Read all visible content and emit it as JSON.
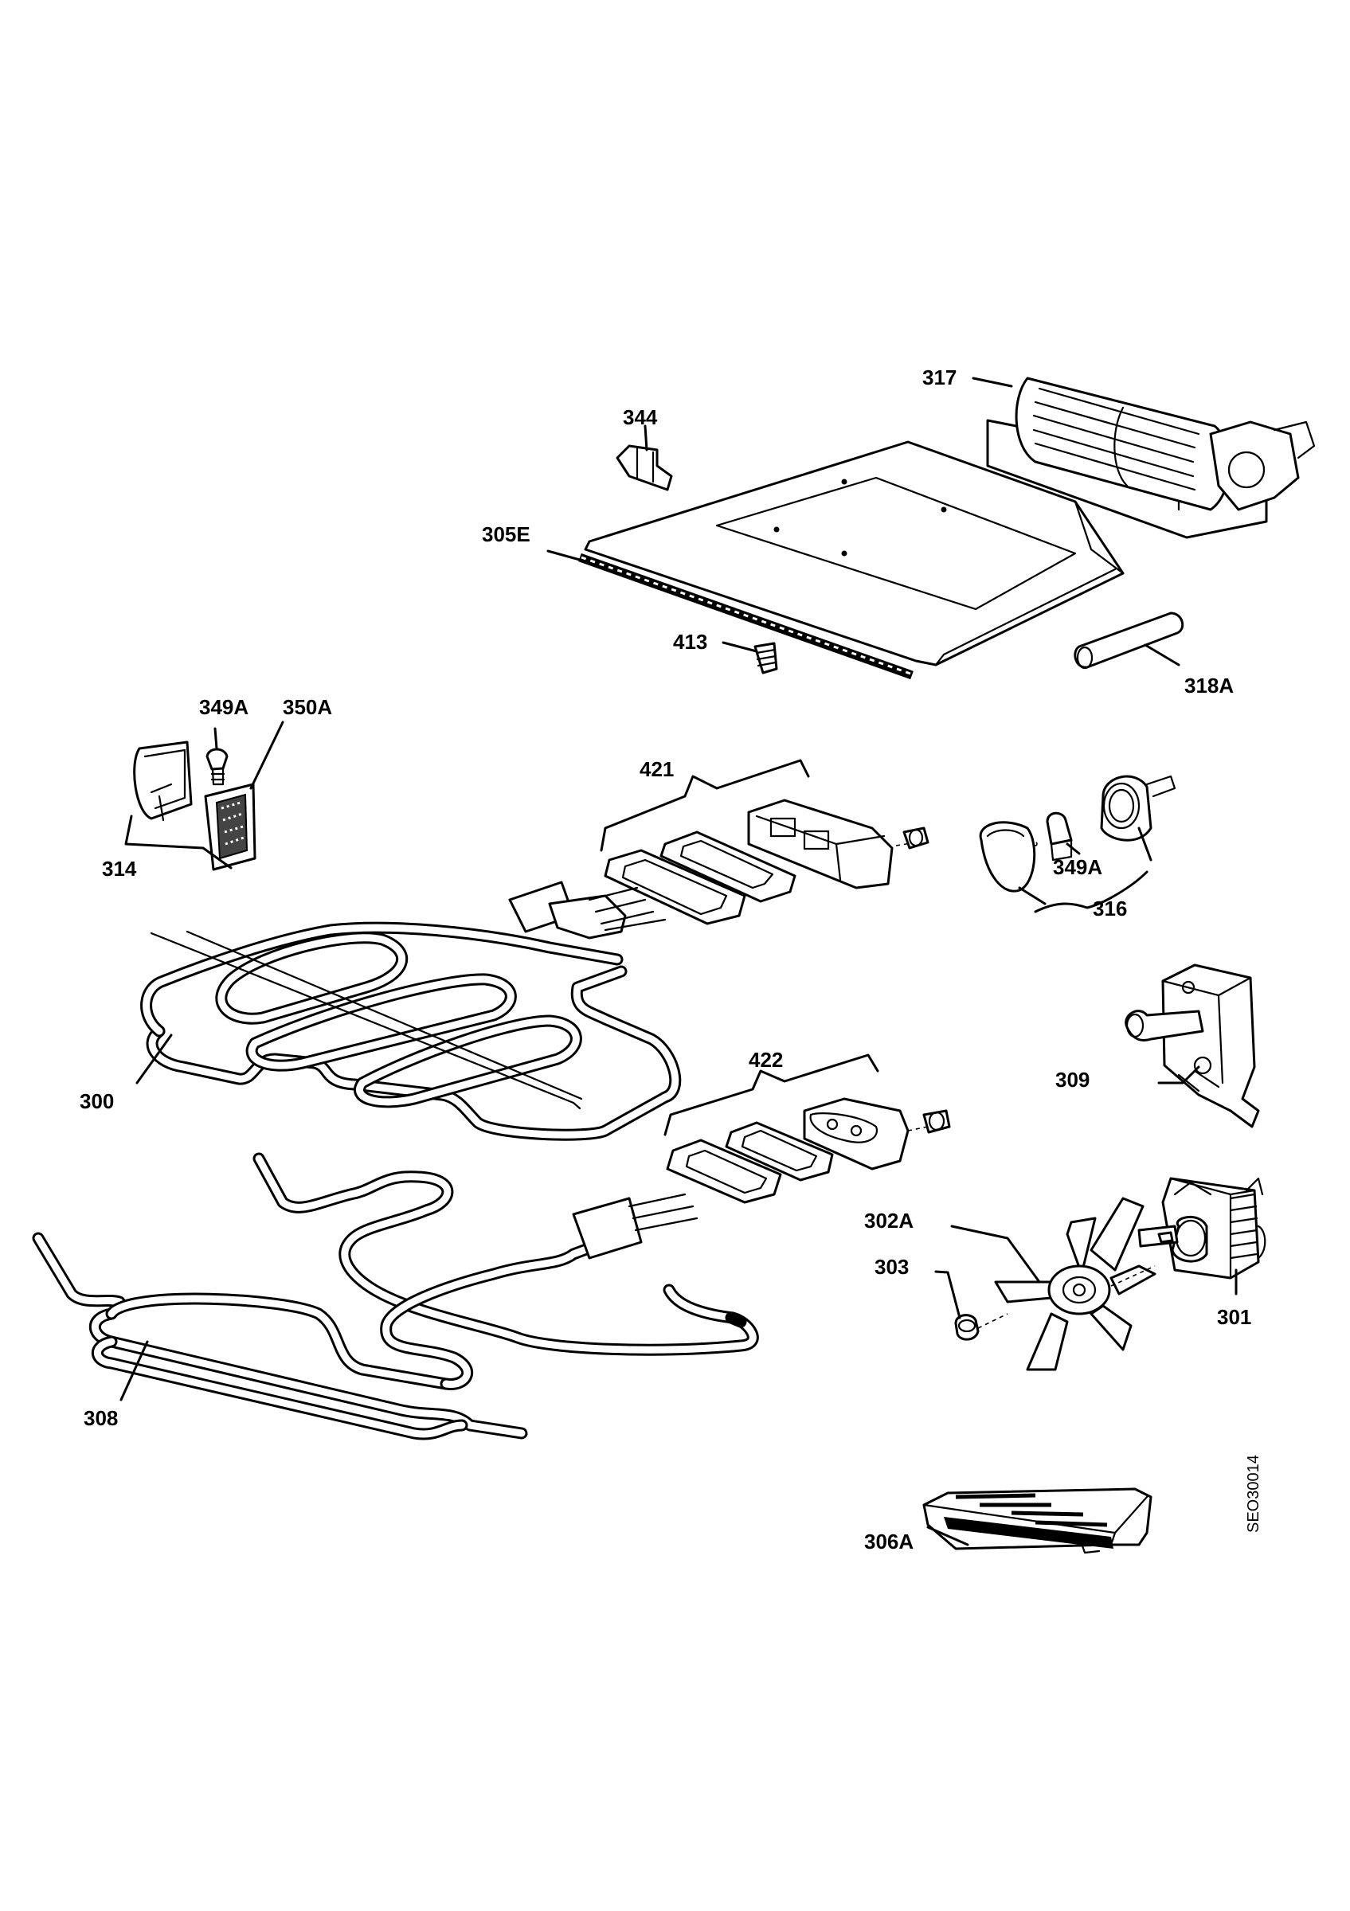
{
  "drawing_code": "SEO30014",
  "parts": {
    "p300": "300",
    "p301": "301",
    "p302A": "302A",
    "p303": "303",
    "p305E": "305E",
    "p306A": "306A",
    "p308": "308",
    "p309": "309",
    "p314": "314",
    "p316": "316",
    "p317": "317",
    "p318A": "318A",
    "p344": "344",
    "p349A_top": "349A",
    "p349A_lamp": "349A",
    "p350A": "350A",
    "p413": "413",
    "p421": "421",
    "p422": "422"
  }
}
